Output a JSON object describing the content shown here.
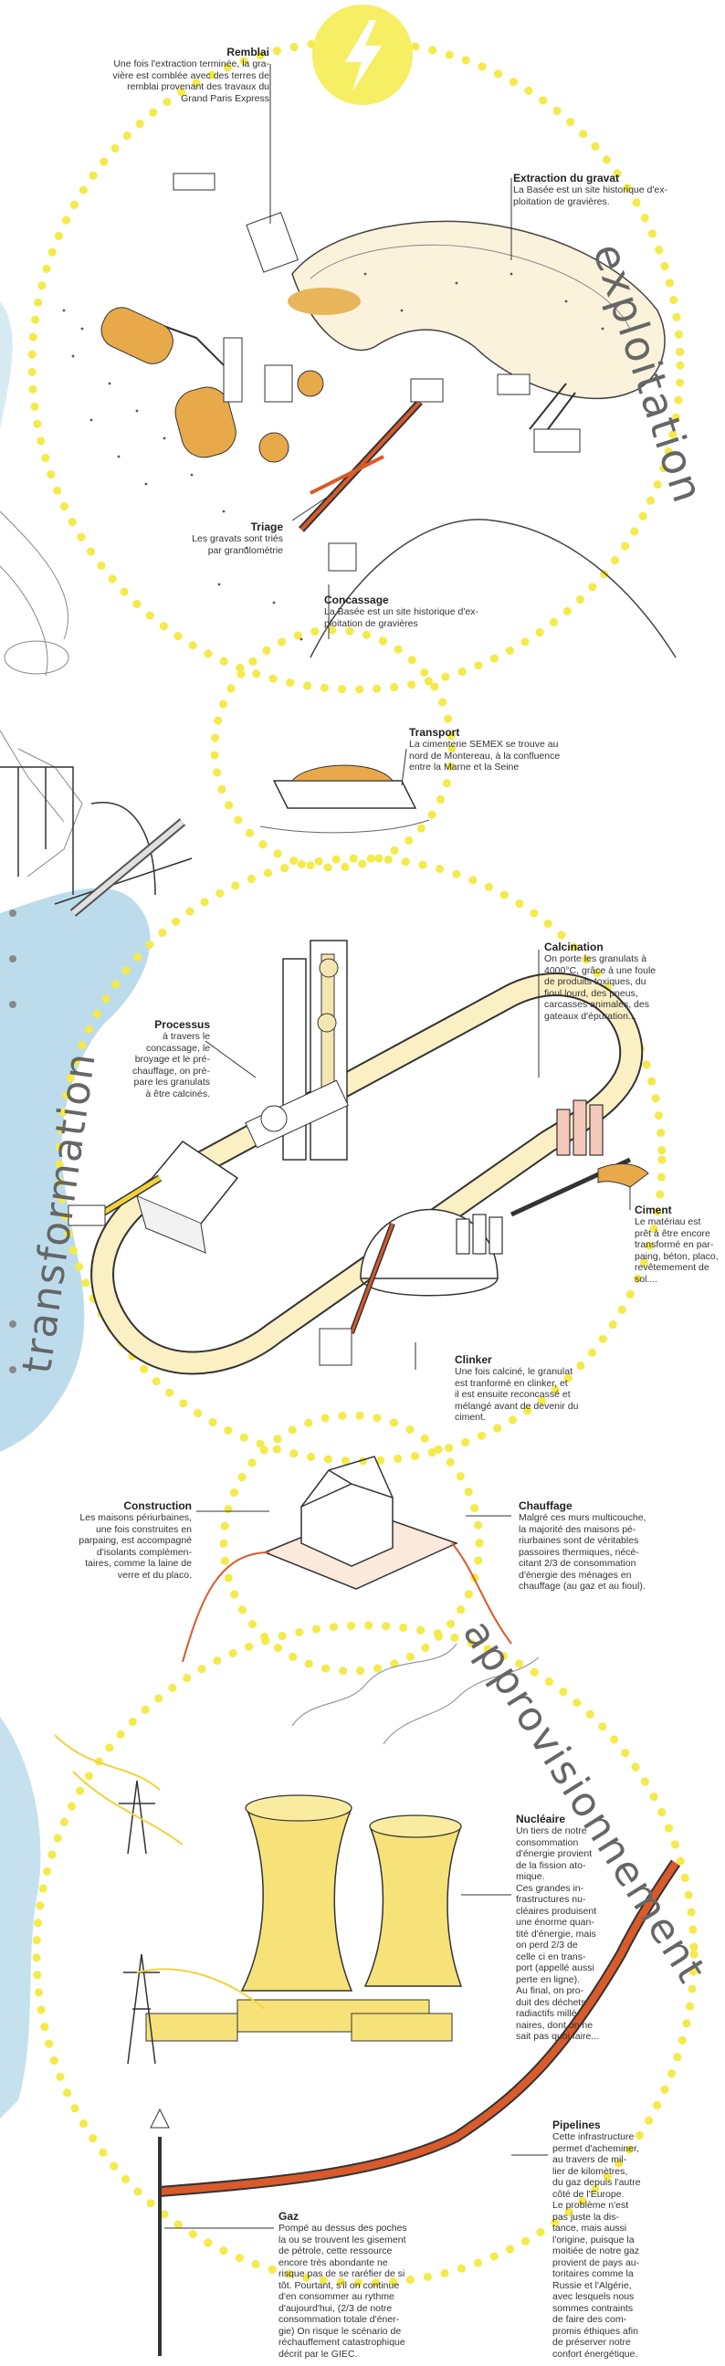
{
  "sections": {
    "exploitation": "exploitation",
    "transformation": "transformation",
    "approvisionnement": "approvisionnement"
  },
  "colors": {
    "dots": "#f4ea4a",
    "bolt_circle": "#f6ef63",
    "water": "#bcdcec",
    "clinker_loop": "#fbefc4",
    "sand": "#e8a94a",
    "orange_pipe": "#d95a2b",
    "towers": "#f7e27a",
    "ink": "#222222"
  },
  "icon": "lightning-bolt-icon",
  "labels": {
    "remblai": {
      "title": "Remblai",
      "body": "Une fois l'extraction terminée, la gra-\nvière est comblée avec des terres de\nremblai provenant des travaux du\nGrand Paris Express"
    },
    "extraction": {
      "title": "Extraction du gravat",
      "body": "La Basée est un site historique d'ex-\nploitation de gravières."
    },
    "triage": {
      "title": "Triage",
      "body": "Les gravats sont triés\npar granulométrie"
    },
    "concassage": {
      "title": "Concassage",
      "body": "La Basée est un site historique d'ex-\nploitation de gravières"
    },
    "transport": {
      "title": "Transport",
      "body": "La cimenterie SEMEX se trouve au\nnord de Montereau, à la confluence\nentre la Marne et la Seine"
    },
    "calcination": {
      "title": "Calcination",
      "body": "On porte les granulats à\n4000°C, grâce à une foule\nde produits toxiques, du\nfioul lourd, des pneus,\ncarcasses animales, des\ngateaux d'épuration..."
    },
    "processus": {
      "title": "Processus",
      "body": "à travers le\nconcassage, le\nbroyage et le pré-\nchauffage, on pré-\npare les granulats\nà être calcinés."
    },
    "ciment": {
      "title": "Ciment",
      "body": "Le matériau est\nprêt à être encore\ntransformé en par-\npaing, béton, placo,\nrevêtemement de\nsol...."
    },
    "clinker": {
      "title": "Clinker",
      "body": "Une fois calciné, le granulat\nest tranformé en clinker, et\nil est ensuite reconcassé et\nmélangé avant de devenir du\nciment."
    },
    "construction": {
      "title": "Construction",
      "body": "Les maisons périurbaines,\nune fois construites en\nparpaing, est accompagné\nd'isolants complémen-\ntaires, comme la laine de\nverre et du placo."
    },
    "chauffage": {
      "title": "Chauffage",
      "body": "Malgré ces murs multicouche,\nla majorité des maisons pé-\nriurbaines sont de véritables\npassoires thermiques, nécé-\ncitant 2/3 de consommation\nd'énergie des ménages en\nchauffage (au gaz et au fioul)."
    },
    "nucleaire": {
      "title": "Nucléaire",
      "body": "Un tiers de notre\nconsommation\nd'énergie provient\nde la fission ato-\nmique.\nCes grandes in-\nfrastructures nu-\ncléaires produisent\nune énorme quan-\ntité d'énergie, mais\non perd 2/3 de\ncelle ci en trans-\nport (appellé aussi\nperte en ligne).\nAu final, on pro-\nduit des déchets\nradiactifs millé-\nnaires, dont on ne\nsait pas quoi faire..."
    },
    "pipelines": {
      "title": "Pipelines",
      "body": "Cette infrastructure\npermet d'acheminer,\nau travers de mil-\nlier de kilomètres,\ndu gaz depuis l'autre\ncôté de l'Europe.\nLe problème n'est\npas juste la dis-\ntance, mais aussi\nl'origine, puisque la\nmoitiée de notre gaz\nprovient de pays au-\ntoritaires comme la\nRussie et l'Algérie,\navec lesquels nous\nsommes contraints\nde faire des com-\npromis éthiques afin\nde préserver notre\nconfort énergétique."
    },
    "gaz": {
      "title": "Gaz",
      "body": "Pompé au dessus des poches\nla ou se trouvent les gisement\nde pétrole, cette ressource\nencore très abondante ne\nrisque pas de se raréfier de si\ntôt. Pourtant, s'il on continue\nd'en consommer au rythme\nd'aujourd'hui, (2/3 de notre\nconsommation totale d'éner-\ngie) On risque le scénario de\nréchauffement catastrophique\ndécrit par le GIEC."
    }
  }
}
